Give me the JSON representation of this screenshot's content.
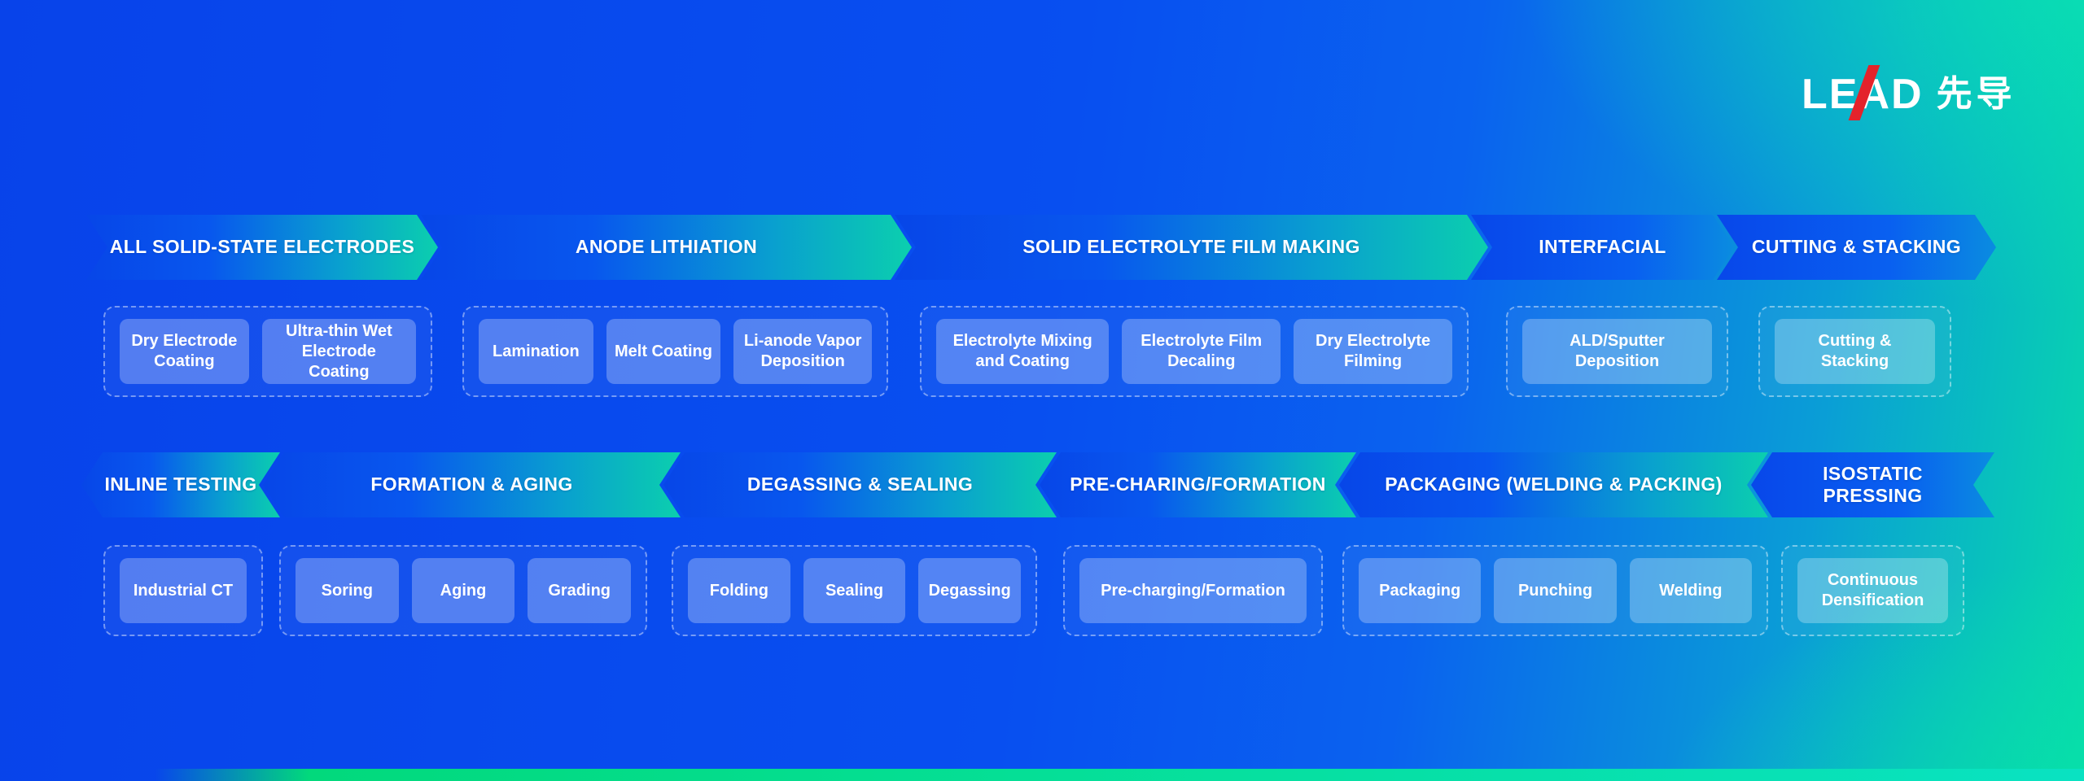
{
  "logo": {
    "latin": "LEAD",
    "chinese": "先导",
    "slash_color": "#e4232b"
  },
  "colors": {
    "background_blue": "#0846ec",
    "background_teal": "#07d9ac",
    "arrow_blue": "#0746e8",
    "arrow_teal": "#0bcfae",
    "step_box_fill": "rgba(255,255,255,0.27)",
    "bottom_strip_green": "#02d97c"
  },
  "flow": {
    "row1": {
      "direction": "left-to-right",
      "stages": [
        {
          "label": "ALL SOLID-STATE ELECTRODES",
          "steps": [
            "Dry Electrode Coating",
            "Ultra-thin Wet Electrode Coating"
          ]
        },
        {
          "label": "ANODE LITHIATION",
          "steps": [
            "Lamination",
            "Melt Coating",
            "Li-anode Vapor Deposition"
          ]
        },
        {
          "label": "SOLID ELECTROLYTE FILM MAKING",
          "steps": [
            "Electrolyte Mixing and Coating",
            "Electrolyte Film Decaling",
            "Dry Electrolyte Filming"
          ]
        },
        {
          "label": "INTERFACIAL",
          "steps": [
            "ALD/Sputter Deposition"
          ]
        },
        {
          "label": "CUTTING & STACKING",
          "steps": [
            "Cutting & Stacking"
          ]
        }
      ]
    },
    "row2": {
      "direction": "right-to-left",
      "stages": [
        {
          "label": "INLINE TESTING",
          "steps": [
            "Industrial CT"
          ]
        },
        {
          "label": "FORMATION & AGING",
          "steps": [
            "Soring",
            "Aging",
            "Grading"
          ]
        },
        {
          "label": "DEGASSING & SEALING",
          "steps": [
            "Folding",
            "Sealing",
            "Degassing"
          ]
        },
        {
          "label": "PRE-CHARING/FORMATION",
          "steps": [
            "Pre-charging/Formation"
          ]
        },
        {
          "label": "PACKAGING (WELDING & PACKING)",
          "steps": [
            "Packaging",
            "Punching",
            "Welding"
          ]
        },
        {
          "label": "ISOSTATIC PRESSING",
          "steps": [
            "Continuous Densification"
          ]
        }
      ]
    }
  }
}
